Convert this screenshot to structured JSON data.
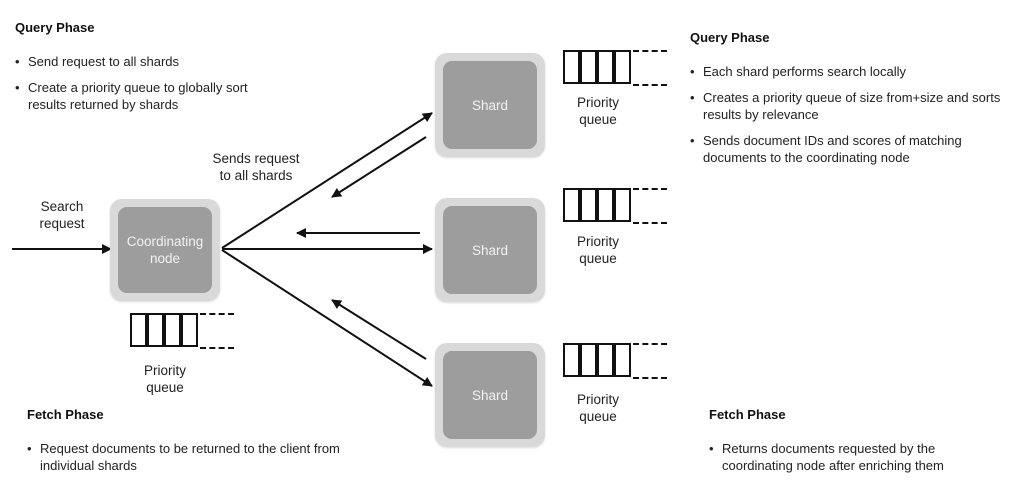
{
  "query_phase_left": {
    "title": "Query Phase",
    "bullets": [
      "Send request to all shards",
      "Create a priority queue to globally sort results returned by shards"
    ]
  },
  "query_phase_right": {
    "title": "Query Phase",
    "bullets": [
      "Each shard performs search locally",
      "Creates a priority queue of size from+size and sorts results by relevance",
      "Sends document IDs and scores of matching documents to the coordinating node"
    ]
  },
  "fetch_phase_left": {
    "title": "Fetch Phase",
    "bullets": [
      "Request documents to be returned to the client from individual shards"
    ]
  },
  "fetch_phase_right": {
    "title": "Fetch Phase",
    "bullets": [
      "Returns documents requested by the coordinating node after enriching them"
    ]
  },
  "labels": {
    "search_request": "Search\nrequest",
    "sends_request": "Sends request\nto all shards",
    "priority_queue": "Priority\nqueue"
  },
  "nodes": {
    "coordinating": "Coordinating\nnode",
    "shard": "Shard"
  },
  "colors": {
    "node_fill": "#9d9d9d",
    "node_border": "#d9d9d9",
    "line": "#111111"
  }
}
